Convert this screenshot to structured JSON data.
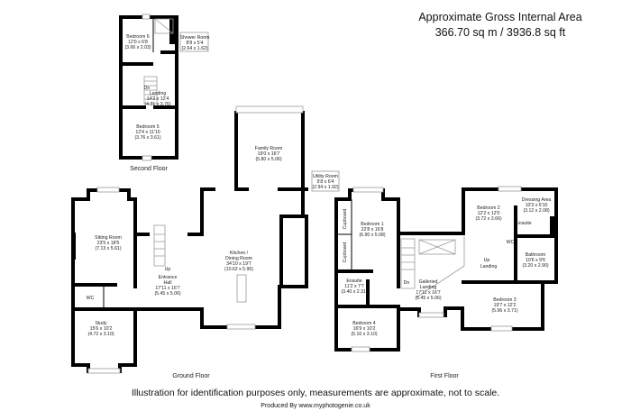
{
  "header": {
    "title": "Approximate Gross Internal Area",
    "area": "366.70 sq m / 3936.8 sq ft"
  },
  "floors": {
    "second": "Second Floor",
    "ground": "Ground Floor",
    "first": "First Floor"
  },
  "rooms": {
    "bedroom6": {
      "name": "Bedroom 6",
      "imperial": "12'0 x 6'8",
      "metric": "(3.66 x 2.03)"
    },
    "shower": {
      "name": "Shower Room",
      "imperial": "8'8 x 5'4",
      "metric": "(2.64 x 1.62)"
    },
    "landing2": {
      "name": "Landing",
      "imperial": "14'2 x 12'4",
      "metric": "(4.31 x 3.76)"
    },
    "bedroom5": {
      "name": "Bedroom 5",
      "imperial": "12'4 x 11'10",
      "metric": "(3.76 x 3.61)"
    },
    "family": {
      "name": "Family Room",
      "imperial": "19'0 x 16'7",
      "metric": "(5.80 x 5.06)"
    },
    "utility": {
      "name": "Utility Room",
      "imperial": "9'8 x 6'4",
      "metric": "(2.94 x 1.92)"
    },
    "sitting": {
      "name": "Sitting Room",
      "imperial": "23'5 x 18'5",
      "metric": "(7.13 x 5.61)"
    },
    "wc_ground": {
      "name": "WC"
    },
    "study": {
      "name": "Study",
      "imperial": "15'6 x 10'2",
      "metric": "(4.72 x 3.10)"
    },
    "hall": {
      "name": "Entrance",
      "name2": "Hall",
      "imperial": "17'11 x 16'7",
      "metric": "(5.45 x 5.06)"
    },
    "kitchen": {
      "name": "Kitchen /",
      "name2": "Dining Room",
      "imperial": "34'10 x 19'7",
      "metric": "(10.62 x 5.96)"
    },
    "bedroom1": {
      "name": "Bedroom 1",
      "imperial": "22'8 x 16'8",
      "metric": "(6.90 x 5.08)"
    },
    "cupboard": {
      "name": "Cupboard"
    },
    "ensuite1": {
      "name": "Ensuite",
      "imperial": "11'2 x 7'7",
      "metric": "(3.40 x 2.31)"
    },
    "bedroom4": {
      "name": "Bedroom 4",
      "imperial": "16'9 x 10'2",
      "metric": "(5.10 x 3.10)"
    },
    "galleried": {
      "name": "Galleried",
      "name2": "Landing",
      "imperial": "17'11 x 16'7",
      "metric": "(5.45 x 5.06)"
    },
    "bedroom2": {
      "name": "Bedroom 2",
      "imperial": "12'2 x 12'0",
      "metric": "(3.72 x 3.66)"
    },
    "dressing": {
      "name": "Dressing Area",
      "imperial": "10'3 x 6'10",
      "metric": "(3.12 x 2.08)"
    },
    "ensuite2": {
      "name": "Ensuite"
    },
    "wc_first": {
      "name": "WC"
    },
    "landing1": {
      "name": "Landing"
    },
    "bathroom": {
      "name": "Bathroom",
      "imperial": "10'6 x 9'6",
      "metric": "(3.20 x 2.90)"
    },
    "bedroom3": {
      "name": "Bedroom 3",
      "imperial": "19'7 x 12'2",
      "metric": "(5.96 x 3.71)"
    }
  },
  "stairs": {
    "up": "Up",
    "down": "Dn"
  },
  "footer": {
    "disclaimer": "Illustration for identification purposes only, measurements are approximate, not to scale.",
    "credit": "Produced By www.myphotogenie.co.uk"
  }
}
